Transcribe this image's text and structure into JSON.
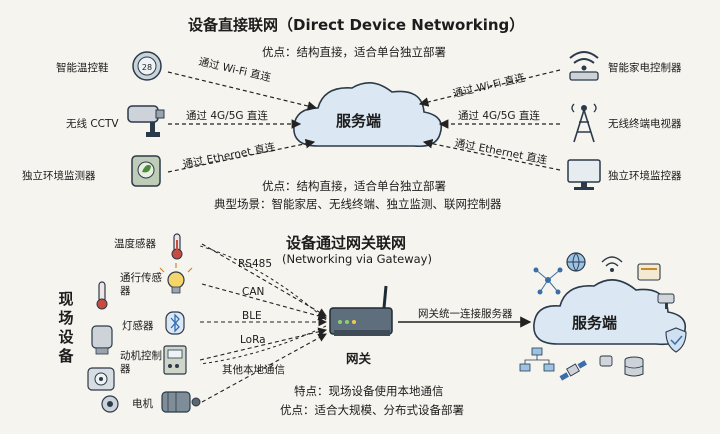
{
  "top": {
    "title": "设备直接联网（Direct Device Networking）",
    "advantage": "优点：结构直接，适合单台独立部署",
    "cloud": "服务端",
    "left_devices": [
      "智能温控鞋",
      "无线 CCTV",
      "独立环境监测器"
    ],
    "right_devices": [
      "智能家电控制器",
      "无线终端电视器",
      "独立环境监控器"
    ],
    "left_edges": [
      "通过 Wi-Fi 直连",
      "通过 4G/5G 直连",
      "通过 Ethernet 直连"
    ],
    "right_edges": [
      "通过 Wi-Fi 直连",
      "通过 4G/5G 直连",
      "通过 Ethernet 直连"
    ],
    "thermostat_value": "28",
    "advantage2": "优点：结构直接，适合单台独立部署",
    "scenarios": "典型场景：智能家居、无线终端、独立监测、联网控制器"
  },
  "bottom": {
    "title": "设备通过网关联网",
    "subtitle": "(Networking via Gateway)",
    "field_label": "现场设备",
    "devices": [
      "温度感器",
      "通行传感器",
      "灯感器",
      "动机控制器",
      "电机"
    ],
    "protocols": [
      "RS485",
      "CAN",
      "BLE",
      "LoRa",
      "其他本地通信"
    ],
    "gateway": "网关",
    "gateway_edge": "网关统一连接服务器",
    "cloud": "服务端",
    "feature": "特点：现场设备使用本地通信",
    "advantage": "优点：适合大规模、分布式设备部署"
  }
}
